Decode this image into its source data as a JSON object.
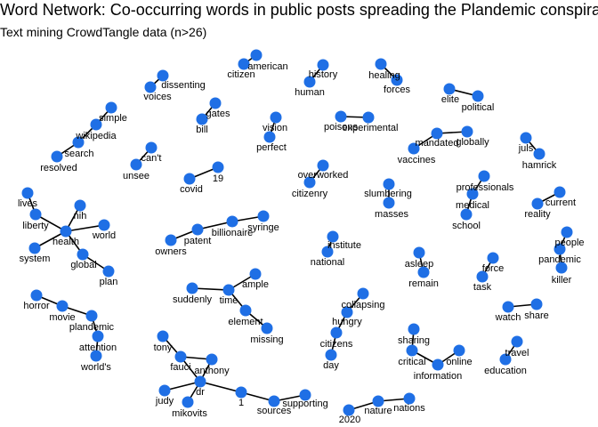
{
  "chart_data": {
    "type": "network",
    "title": "Word Network: Co-occurring words in public posts spreading the Plandemic conspiracy",
    "subtitle": "Text mining CrowdTangle data (n>26)",
    "node_color": "#1f6fe5",
    "edge_color": "#000000",
    "nodes": [
      "citizen",
      "american",
      "history",
      "human",
      "healing",
      "forces",
      "elite",
      "political",
      "dissenting",
      "voices",
      "gates",
      "bill",
      "vision",
      "perfect",
      "poisons",
      "experimental",
      "mandated",
      "globally",
      "vaccines",
      "juls",
      "hamrick",
      "simple",
      "wikipedia",
      "search",
      "resolved",
      "can't",
      "unsee",
      "covid",
      "19",
      "overworked",
      "citizenry",
      "slumbering",
      "masses",
      "professionals",
      "medical",
      "school",
      "current",
      "reality",
      "lives",
      "nih",
      "liberty",
      "health",
      "world",
      "system",
      "global",
      "plan",
      "billionaire",
      "syringe",
      "patent",
      "owners",
      "institute",
      "national",
      "people",
      "pandemic",
      "killer",
      "asleep",
      "remain",
      "force",
      "task",
      "ample",
      "suddenly",
      "time",
      "element",
      "missing",
      "horror",
      "movie",
      "plandemic",
      "attention",
      "world's",
      "collapsing",
      "hungry",
      "citizens",
      "day",
      "watch",
      "share",
      "tony",
      "fauci",
      "anthony",
      "sharing",
      "critical",
      "online",
      "information",
      "travel",
      "education",
      "dr",
      "judy",
      "mikovits",
      "1",
      "sources",
      "supporting",
      "2020",
      "nature",
      "nations"
    ],
    "edges": [
      [
        "citizen",
        "american"
      ],
      [
        "history",
        "human"
      ],
      [
        "healing",
        "forces"
      ],
      [
        "elite",
        "political"
      ],
      [
        "dissenting",
        "voices"
      ],
      [
        "gates",
        "bill"
      ],
      [
        "vision",
        "perfect"
      ],
      [
        "poisons",
        "experimental"
      ],
      [
        "mandated",
        "globally"
      ],
      [
        "mandated",
        "vaccines"
      ],
      [
        "juls",
        "hamrick"
      ],
      [
        "simple",
        "wikipedia"
      ],
      [
        "wikipedia",
        "search"
      ],
      [
        "search",
        "resolved"
      ],
      [
        "can't",
        "unsee"
      ],
      [
        "covid",
        "19"
      ],
      [
        "overworked",
        "citizenry"
      ],
      [
        "slumbering",
        "masses"
      ],
      [
        "professionals",
        "medical"
      ],
      [
        "medical",
        "school"
      ],
      [
        "current",
        "reality"
      ],
      [
        "lives",
        "liberty"
      ],
      [
        "nih",
        "health"
      ],
      [
        "liberty",
        "health"
      ],
      [
        "health",
        "world"
      ],
      [
        "health",
        "system"
      ],
      [
        "health",
        "global"
      ],
      [
        "global",
        "plan"
      ],
      [
        "billionaire",
        "syringe"
      ],
      [
        "patent",
        "billionaire"
      ],
      [
        "patent",
        "owners"
      ],
      [
        "institute",
        "national"
      ],
      [
        "people",
        "pandemic"
      ],
      [
        "pandemic",
        "killer"
      ],
      [
        "asleep",
        "remain"
      ],
      [
        "force",
        "task"
      ],
      [
        "ample",
        "time"
      ],
      [
        "suddenly",
        "time"
      ],
      [
        "time",
        "element"
      ],
      [
        "element",
        "missing"
      ],
      [
        "horror",
        "movie"
      ],
      [
        "movie",
        "plandemic"
      ],
      [
        "plandemic",
        "attention"
      ],
      [
        "attention",
        "world's"
      ],
      [
        "collapsing",
        "hungry"
      ],
      [
        "hungry",
        "citizens"
      ],
      [
        "citizens",
        "day"
      ],
      [
        "watch",
        "share"
      ],
      [
        "tony",
        "fauci"
      ],
      [
        "fauci",
        "anthony"
      ],
      [
        "fauci",
        "dr"
      ],
      [
        "anthony",
        "dr"
      ],
      [
        "dr",
        "judy"
      ],
      [
        "dr",
        "mikovits"
      ],
      [
        "dr",
        "1"
      ],
      [
        "1",
        "sources"
      ],
      [
        "sources",
        "supporting"
      ],
      [
        "sharing",
        "critical"
      ],
      [
        "critical",
        "information"
      ],
      [
        "online",
        "information"
      ],
      [
        "travel",
        "education"
      ],
      [
        "2020",
        "nature"
      ],
      [
        "nature",
        "nations"
      ]
    ]
  }
}
